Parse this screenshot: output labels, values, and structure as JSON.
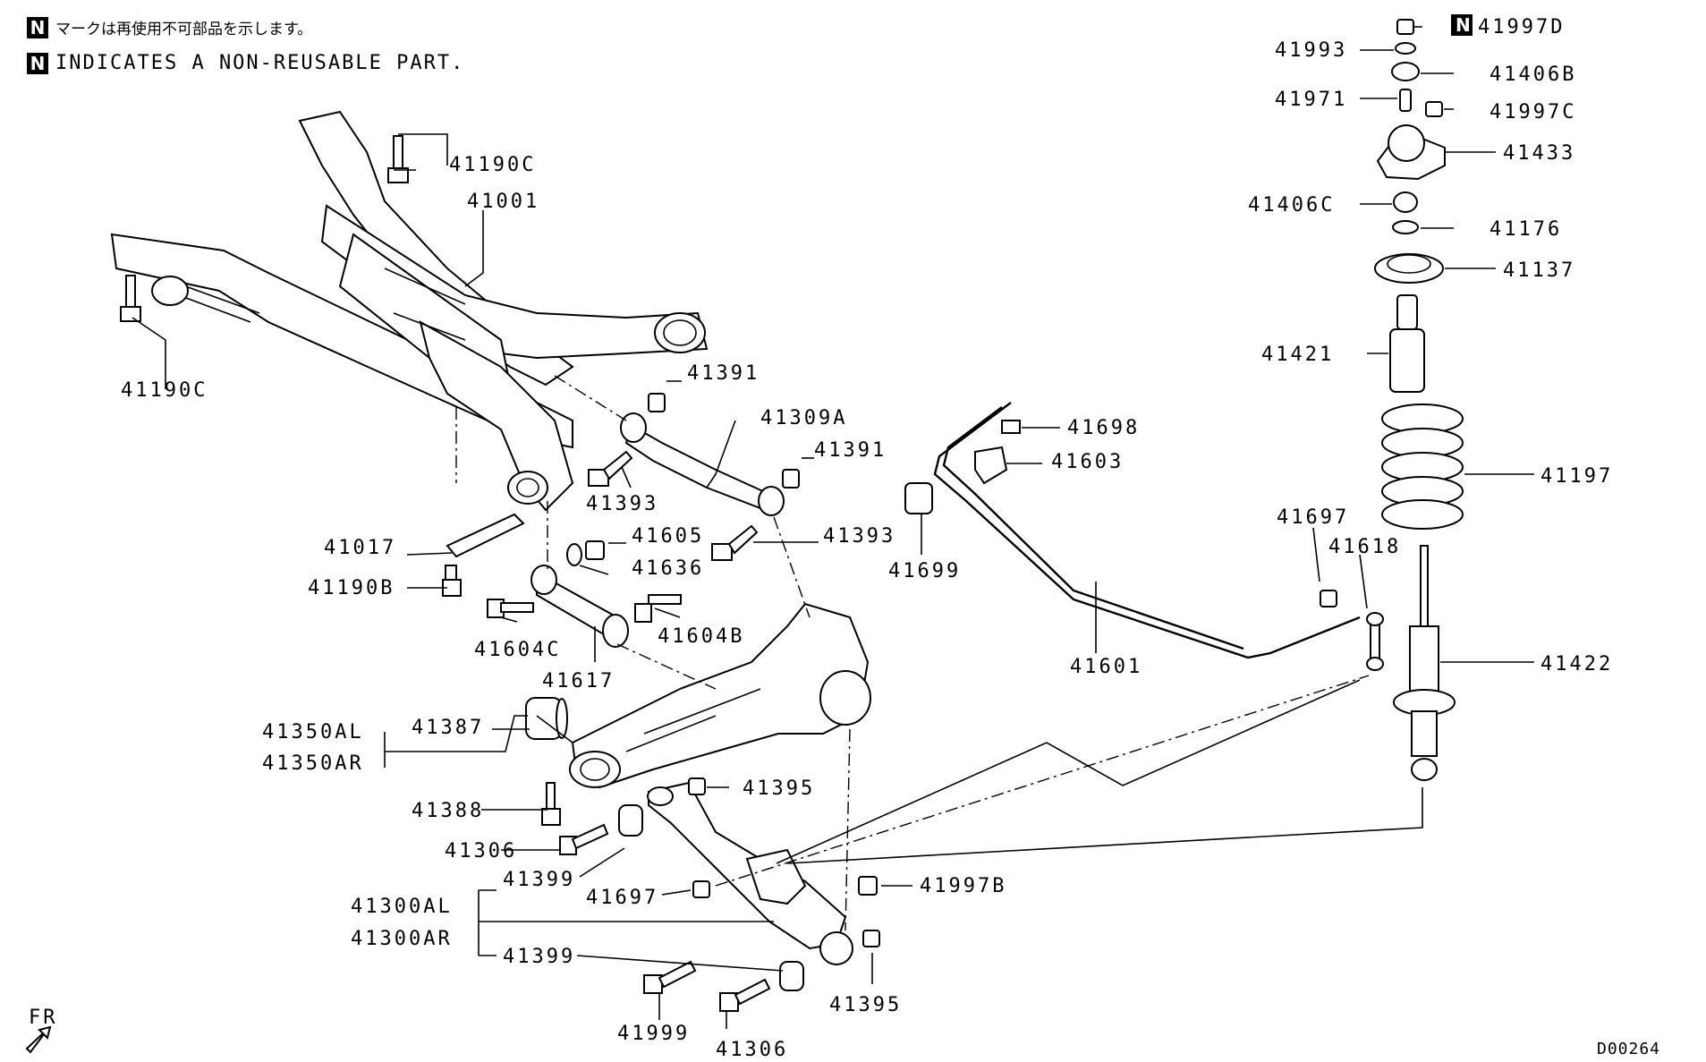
{
  "notes": {
    "n_badge": "N",
    "japanese": "マークは再使用不可部品を示します。",
    "english": "INDICATES A NON-REUSABLE PART."
  },
  "diagram_id": "D00264",
  "direction_label": "FR",
  "parts": {
    "p41190C_a": "41190C",
    "p41001": "41001",
    "p41190C_b": "41190C",
    "p41391_a": "41391",
    "p41309A": "41309A",
    "p41391_b": "41391",
    "p41393_a": "41393",
    "p41605": "41605",
    "p41393_b": "41393",
    "p41636": "41636",
    "p41017": "41017",
    "p41190B": "41190B",
    "p41604C": "41604C",
    "p41604B": "41604B",
    "p41617": "41617",
    "p41350AL": "41350AL",
    "p41387": "41387",
    "p41350AR": "41350AR",
    "p41388": "41388",
    "p41395_a": "41395",
    "p41306_a": "41306",
    "p41399_a": "41399",
    "p41697_a": "41697",
    "p41997B": "41997B",
    "p41300AL": "41300AL",
    "p41300AR": "41300AR",
    "p41399_b": "41399",
    "p41395_b": "41395",
    "p41999": "41999",
    "p41306_b": "41306",
    "p41698": "41698",
    "p41603": "41603",
    "p41699": "41699",
    "p41601": "41601",
    "p41697_b": "41697",
    "p41618": "41618",
    "p41997D": "41997D",
    "p41993": "41993",
    "p41406B": "41406B",
    "p41971": "41971",
    "p41997C": "41997C",
    "p41433": "41433",
    "p41406C": "41406C",
    "p41176": "41176",
    "p41137": "41137",
    "p41421": "41421",
    "p41197": "41197",
    "p41422": "41422"
  }
}
